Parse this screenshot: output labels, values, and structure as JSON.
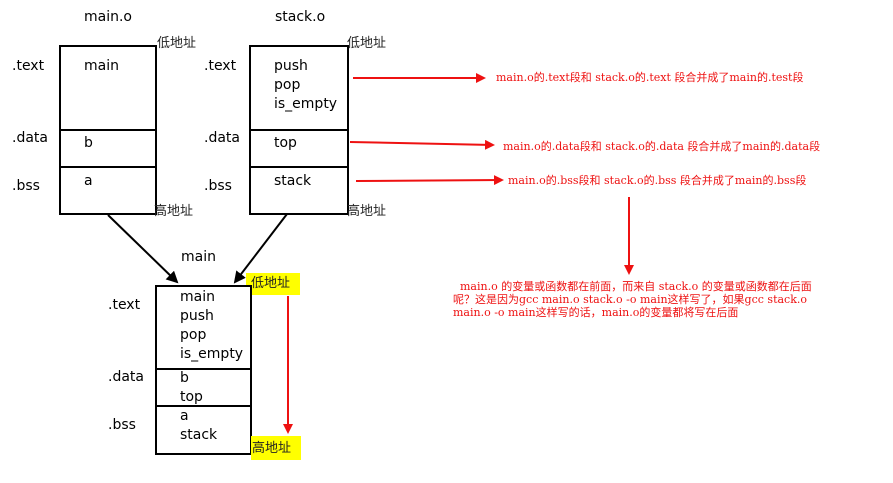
{
  "mod_a": {
    "title": "main.o",
    "low": "低地址",
    "high": "高地址",
    "sec_text": ".text",
    "sec_data": ".data",
    "sec_bss": ".bss",
    "text_items": [
      "main"
    ],
    "data_items": [
      "b"
    ],
    "bss_items": [
      "a"
    ]
  },
  "mod_b": {
    "title": "stack.o",
    "low": "低地址",
    "high": "高地址",
    "sec_text": ".text",
    "sec_data": ".data",
    "sec_bss": ".bss",
    "text_items": [
      "push",
      "pop",
      "is_empty"
    ],
    "data_items": [
      "top"
    ],
    "bss_items": [
      "stack"
    ]
  },
  "merged": {
    "title": "main",
    "low": "低地址",
    "high": "高地址",
    "sec_text": ".text",
    "sec_data": ".data",
    "sec_bss": ".bss",
    "text_items": [
      "main",
      "push",
      "pop",
      "is_empty"
    ],
    "data_items": [
      "b",
      "top"
    ],
    "bss_items": [
      "a",
      "stack"
    ]
  },
  "notes": {
    "text_merge": "main.o的.text段和 stack.o的.text 段合并成了main的.test段",
    "data_merge": "main.o的.data段和 stack.o的.data 段合并成了main的.data段",
    "bss_merge": "main.o的.bss段和 stack.o的.bss 段合并成了main的.bss段",
    "explain_1": "main.o 的变量或函数都在前面，而来自 stack.o 的变量或函数都在后面",
    "explain_2": "呢？这是因为gcc main.o stack.o -o main这样写了，如果gcc stack.o",
    "explain_3": "main.o -o main这样写的话，main.o的变量都将写在后面"
  },
  "colors": {
    "annotation": "#ee1111",
    "highlight": "#ffff00",
    "box": "#000000"
  }
}
